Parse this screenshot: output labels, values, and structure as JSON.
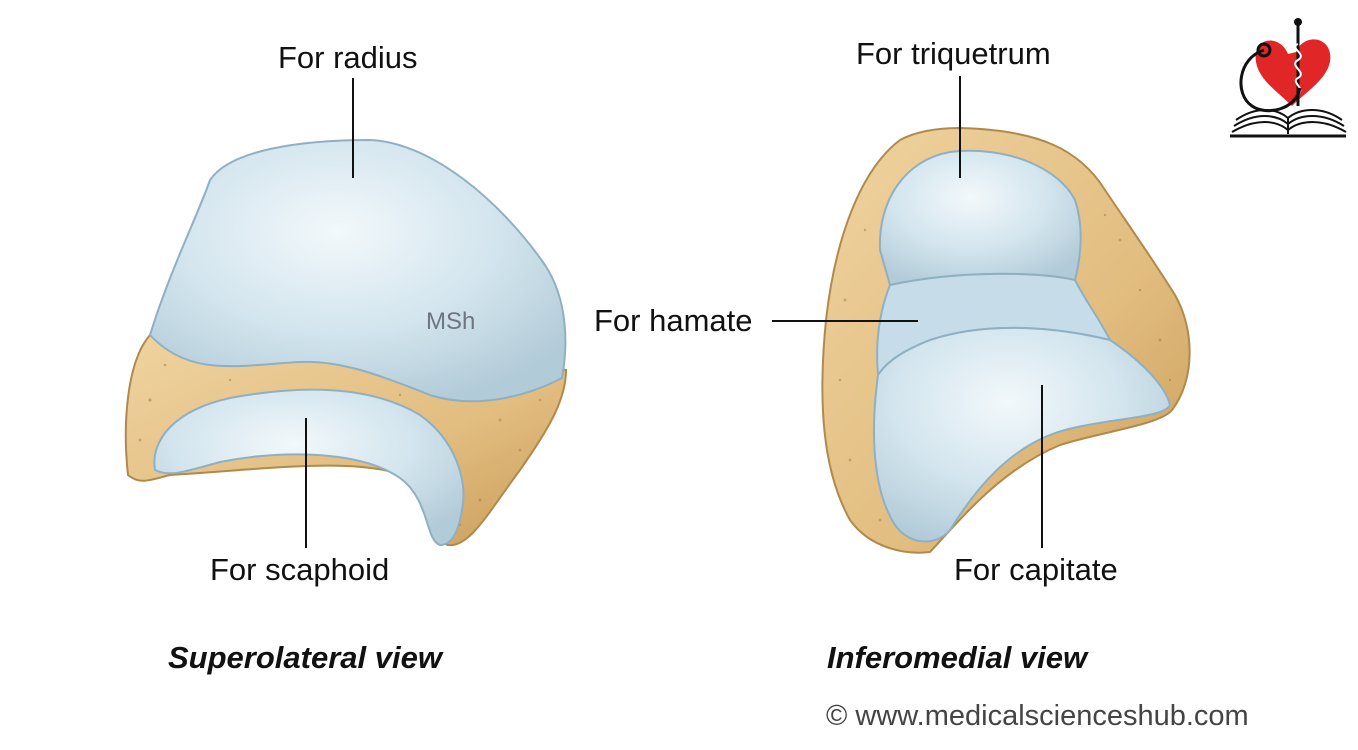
{
  "labels": {
    "for_radius": "For radius",
    "for_scaphoid": "For scaphoid",
    "msh": "MSh",
    "for_triquetrum": "For triquetrum",
    "for_hamate": "For hamate",
    "for_capitate": "For capitate"
  },
  "captions": {
    "left": "Superolateral view",
    "right": "Inferomedial view"
  },
  "copyright": "© www.medicalscienceshub.com",
  "colors": {
    "bone": "#e6c690",
    "bone_shadow": "#c29a5a",
    "cartilage": "#cfe2ec",
    "cartilage_light": "#eaf4f9",
    "cartilage_edge": "#9eb9c9",
    "logo_heart": "#e02626",
    "leader": "#111111"
  },
  "icons": {
    "logo": "heart-stethoscope-book-icon"
  }
}
